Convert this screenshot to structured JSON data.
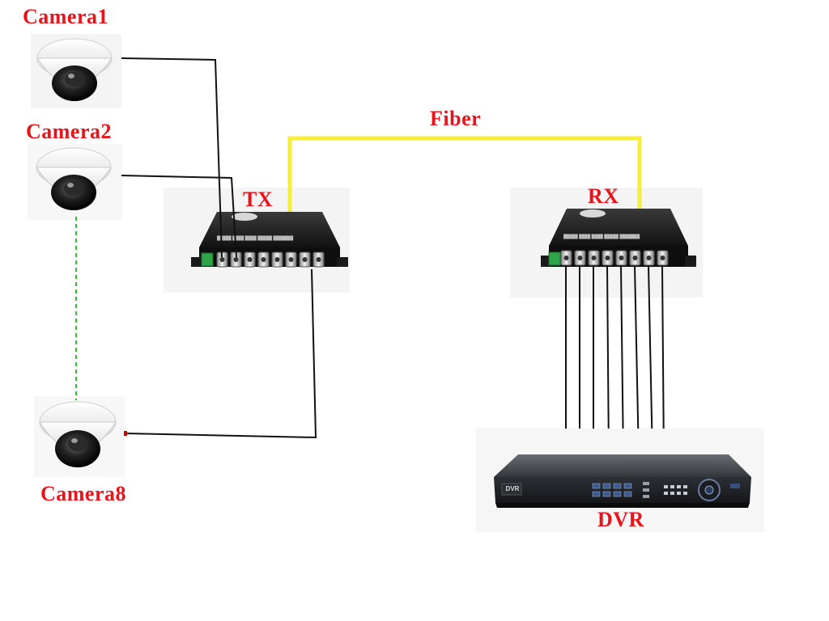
{
  "labels": {
    "camera1": "Camera1",
    "camera2": "Camera2",
    "camera8": "Camera8",
    "tx": "TX",
    "rx": "RX",
    "fiber": "Fiber",
    "dvr": "DVR",
    "dvr_panel": "DVR"
  },
  "colors": {
    "label_red": "#e8141c",
    "fiber_yellow": "#f5ee3a",
    "camera_link_green": "#2fbf2f",
    "cable_black": "#111111"
  }
}
